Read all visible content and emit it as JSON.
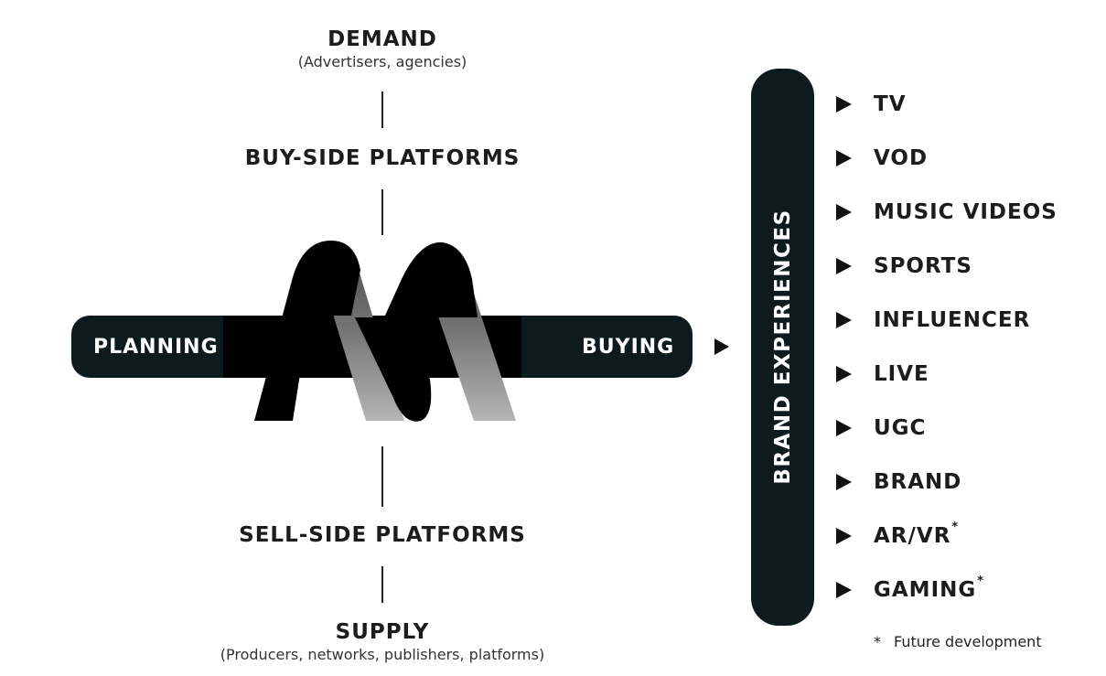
{
  "demand": {
    "title": "DEMAND",
    "subtitle": "(Advertisers, agencies)"
  },
  "buy_side": {
    "title": "BUY-SIDE PLATFORMS"
  },
  "sell_side": {
    "title": "SELL-SIDE PLATFORMS"
  },
  "supply": {
    "title": "SUPPLY",
    "subtitle": "(Producers, networks, publishers, platforms)"
  },
  "bar": {
    "left_label": "PLANNING",
    "right_label": "BUYING"
  },
  "brand_experiences": {
    "title": "BRAND EXPERIENCES",
    "items": [
      {
        "label": "TV",
        "star": ""
      },
      {
        "label": "VOD",
        "star": ""
      },
      {
        "label": "MUSIC VIDEOS",
        "star": ""
      },
      {
        "label": "SPORTS",
        "star": ""
      },
      {
        "label": "INFLUENCER",
        "star": ""
      },
      {
        "label": "LIVE",
        "star": ""
      },
      {
        "label": "UGC",
        "star": ""
      },
      {
        "label": "BRAND",
        "star": ""
      },
      {
        "label": "AR/VR",
        "star": "*"
      },
      {
        "label": "GAMING",
        "star": "*"
      }
    ]
  },
  "footnote": {
    "star": "*",
    "text": "Future development"
  },
  "colors": {
    "dark_bar": "#0e1b1e",
    "text": "#1c1c1c"
  },
  "icons": {
    "arrow": "triangle-right-icon"
  }
}
